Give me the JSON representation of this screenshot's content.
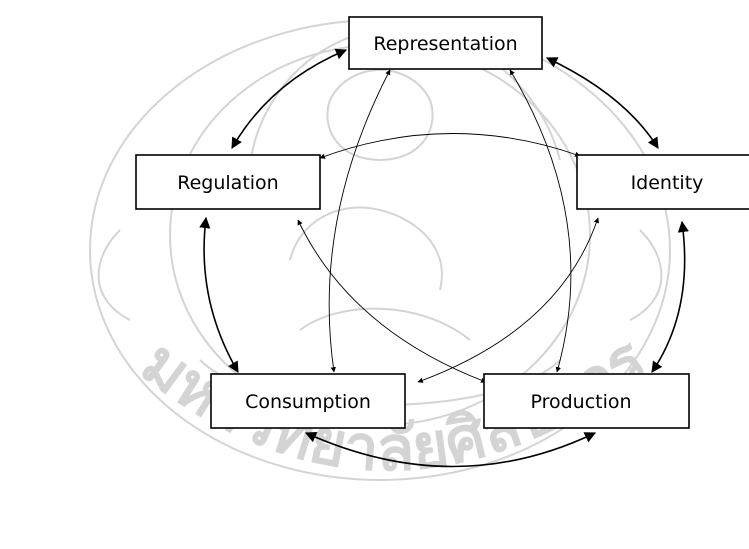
{
  "diagram": {
    "nodes": {
      "representation": "Representation",
      "identity": "Identity",
      "production": "Production",
      "consumption": "Consumption",
      "regulation": "Regulation"
    },
    "colors": {
      "line": "#000000",
      "box_fill": "#ffffff",
      "watermark": "#d4d4d4"
    }
  },
  "watermark": {
    "type": "university-seal",
    "text": "มหาวิทยาลัยศิลปากร"
  }
}
